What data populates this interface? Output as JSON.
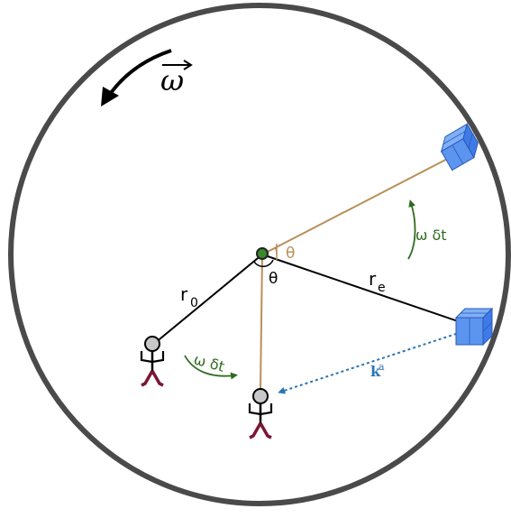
{
  "labels": {
    "omega_vector": "ω",
    "theta_top": "θ",
    "theta_center": "θ",
    "r0": "r",
    "r0_sub": "0",
    "re": "r",
    "re_sub": "e",
    "omega_dt_right": "ω δt",
    "omega_dt_left": "ω δt",
    "k": "k",
    "k_sup": "a"
  },
  "colors": {
    "disk_outline": "#4a4a4a",
    "radius_line": "#000000",
    "tan_line": "#b8905a",
    "green_arrow": "#2f6b1f",
    "k_arrow": "#2b74b3",
    "cube_fill": "#5b95f0",
    "figure_body": "#7a1634",
    "figure_head": "#c8c8c8"
  },
  "icons": {
    "rotation_arrow": "curved-arrow-icon",
    "cube": "cube-icon",
    "person": "stick-figure-icon"
  }
}
